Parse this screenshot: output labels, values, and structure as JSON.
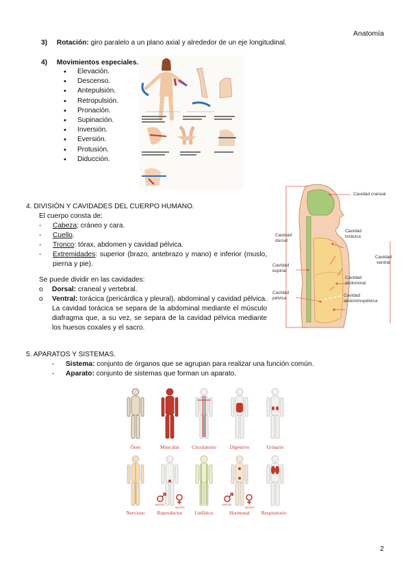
{
  "header": {
    "title": "Anatomía"
  },
  "rotation": {
    "num": "3)",
    "term": "Rotación:",
    "text": " giro paralelo a un plano axial y alrededor de un eje longitudinal."
  },
  "special": {
    "num": "4)",
    "title": "Movimientos especiales.",
    "items": [
      "Elevación.",
      "Descenso.",
      "Antepulsión.",
      "Retropulsión.",
      "Pronación.",
      "Supinación.",
      "Inversión.",
      "Eversión.",
      "Protusión.",
      "Diducción."
    ]
  },
  "section4": {
    "title": "4.   DIVISIÓN Y CAVIDADES DEL CUERPO HUMANO.",
    "intro": "El cuerpo consta de:",
    "parts": [
      {
        "head": "Cabeza",
        "rest": ": cráneo y cara."
      },
      {
        "head": "Cuello",
        "rest": "."
      },
      {
        "head": "Tronco",
        "rest": ": tórax, abdomen y cavidad pélvica."
      },
      {
        "head": "Extremidades",
        "rest": ": superior (brazo, antebrazo y mano) e inferior (muslo, pierna y pie)."
      }
    ],
    "divide": "Se puede dividir en las cavidades:",
    "dorsal": {
      "term": "Dorsal:",
      "text": " craneal y vertebral."
    },
    "ventral": {
      "term": "Ventral:",
      "text": " torácica (pericárdica y pleural), abdominal y cavidad pélvica. La cavidad torácica se separa de la abdominal mediante el músculo diafragma que, a su vez, se separa de la cavidad pélvica mediante los huesos coxales y el sacro."
    }
  },
  "cavity_figure": {
    "labels": {
      "craneal": "Cavidad craneal",
      "dorsal": "Cavidad dorsal",
      "toracica": "Cavidad torácica",
      "ventral": "Cavidad ventral",
      "espinal": "Cavidad espinal",
      "abdominal": "Cavidad abdominal",
      "pelvica": "Cavidad pélvica",
      "abdominopelvica": "Cavidad abdominopélvica"
    }
  },
  "section5": {
    "title": "5.   APARATOS Y SISTEMAS.",
    "items": [
      {
        "term": "Sistema:",
        "text": " conjunto de órganos que se agrupan para realizar una función común."
      },
      {
        "term": "Aparato:",
        "text": " conjunto de sistemas que forman un aparato."
      }
    ]
  },
  "systems": {
    "row1": [
      "Óseo",
      "Muscular",
      "Circulatorio",
      "Digestivo",
      "Urinario"
    ],
    "row2": [
      "Nervioso",
      "Reproductor",
      "Linfático",
      "Hormonal",
      "Respiratorio"
    ],
    "sexes": [
      "VARÓN",
      "MUJER"
    ]
  },
  "footer": {
    "page": "2"
  },
  "colors": {
    "accent": "#c0392b",
    "cavity_dorsal": "#a9c97a",
    "cavity_ventral": "#f7d58b",
    "skin": "#f3c9a8"
  }
}
